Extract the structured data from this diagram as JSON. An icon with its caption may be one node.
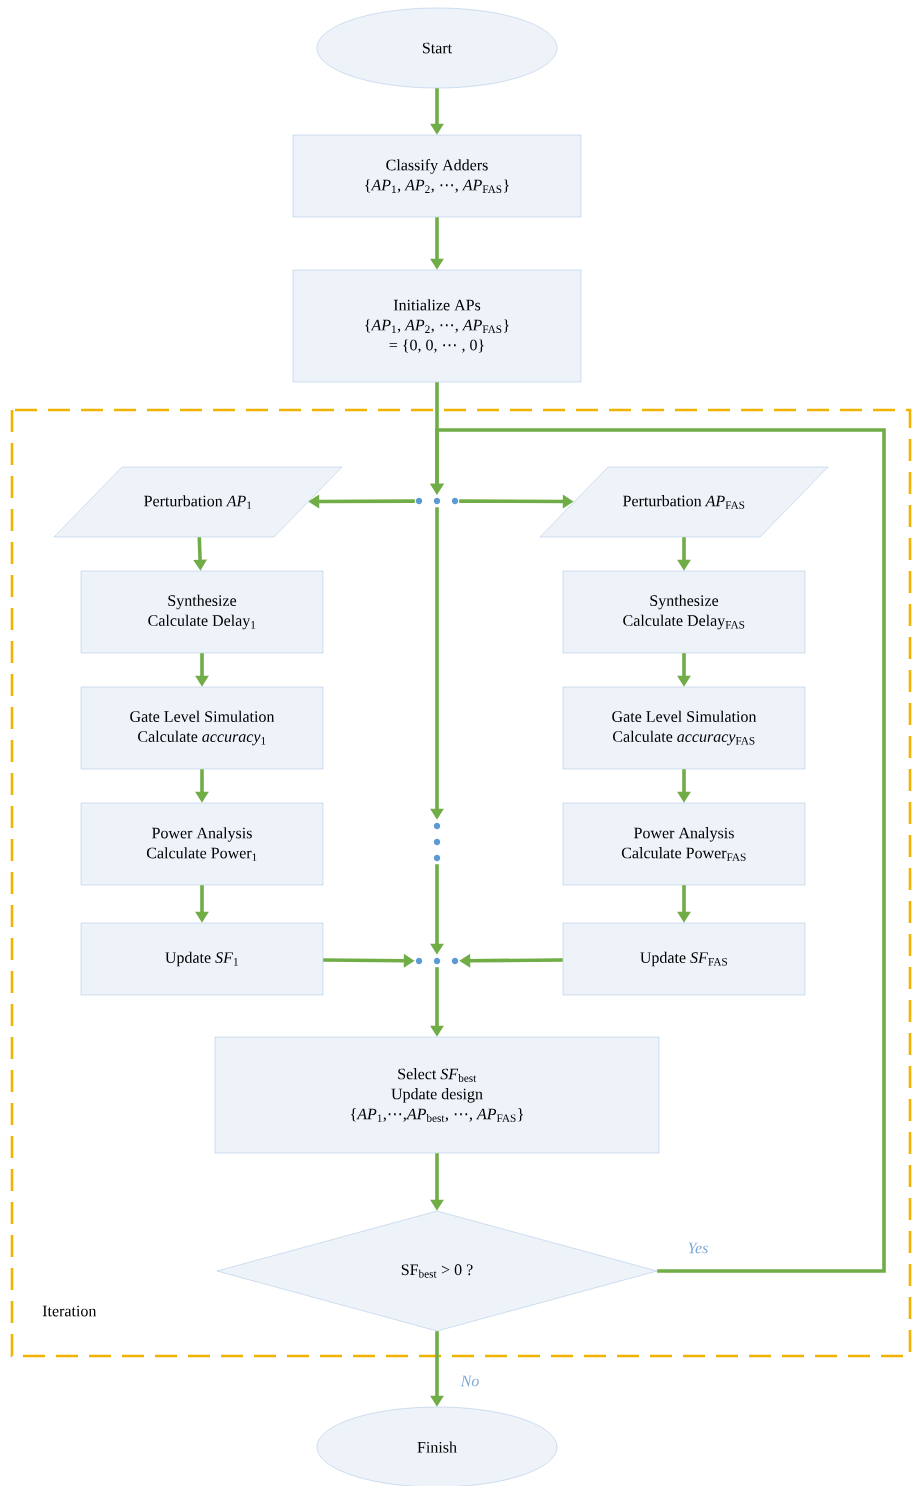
{
  "diagram": {
    "nodes": [
      {
        "text": [
          "Start"
        ]
      },
      {
        "text": [
          "Classify Adders",
          "{*AP*$_{1}$, *AP*$_{2}$, ⋯, *AP*$_{FAS}$}"
        ]
      },
      {
        "text": [
          "Initialize APs",
          "{*AP*$_{1}$, *AP*$_{2}$, ⋯, *AP*$_{FAS}$}",
          "= {0, 0, ⋯ , 0}"
        ]
      },
      {
        "text": [
          "Iteration"
        ]
      },
      {
        "text": [
          "Perturbation *AP*$_{1}$"
        ],
        "in": 3
      },
      {
        "text": [],
        "shape": "dots",
        "in": 3
      },
      {
        "text": [
          "Perturbation *AP*$_{FAS}$"
        ],
        "in": 3
      },
      {
        "text": [
          "Synthesize",
          "Calculate Delay$_{1}$"
        ],
        "in": 3
      },
      {
        "text": [
          "Synthesize",
          "Calculate Delay$_{FAS}$"
        ],
        "in": 3
      },
      {
        "text": [
          "Gate Level Simulation",
          "Calculate *accuracy*$_{1}$"
        ],
        "in": 3
      },
      {
        "text": [
          "Gate Level Simulation",
          "Calculate *accuracy*$_{FAS}$"
        ],
        "in": 3
      },
      {
        "text": [
          "Power Analysis",
          "Calculate Power$_{1}$"
        ],
        "in": 3
      },
      {
        "text": [],
        "shape": "dots",
        "in": 3
      },
      {
        "text": [
          "Power Analysis",
          "Calculate Power$_{FAS}$"
        ],
        "in": 3
      },
      {
        "text": [
          "Update *SF*$_{1}$"
        ],
        "in": 3
      },
      {
        "text": [],
        "shape": "dots",
        "in": 3
      },
      {
        "text": [
          "Update *SF*$_{FAS}$"
        ],
        "in": 3
      },
      {
        "text": [
          "Select *SF*$_{best}$",
          "Update design",
          "{*AP*$_{1}$,⋯,*AP*$_{best}$, ⋯, *AP*$_{FAS}$}"
        ],
        "in": 3
      },
      {
        "text": [
          "SF$_{best}$ > 0 ?"
        ],
        "in": 3
      },
      {
        "text": [
          "Finish"
        ]
      }
    ],
    "edges": [
      {
        "from": 0,
        "to": 1,
        "arrow": "to"
      },
      {
        "from": 1,
        "to": 2,
        "arrow": "to"
      },
      {
        "from": 2,
        "to": 5,
        "arrow": "to"
      },
      {
        "from": 5,
        "to": 4,
        "arrow": "to"
      },
      {
        "from": 5,
        "to": 6,
        "arrow": "to"
      },
      {
        "from": 4,
        "to": 7,
        "arrow": "to"
      },
      {
        "from": 6,
        "to": 8,
        "arrow": "to"
      },
      {
        "from": 7,
        "to": 9,
        "arrow": "to"
      },
      {
        "from": 8,
        "to": 10,
        "arrow": "to"
      },
      {
        "from": 9,
        "to": 11,
        "arrow": "to"
      },
      {
        "from": 10,
        "to": 13,
        "arrow": "to"
      },
      {
        "from": 11,
        "to": 14,
        "arrow": "to"
      },
      {
        "from": 13,
        "to": 16,
        "arrow": "to"
      },
      {
        "from": 5,
        "to": 12,
        "arrow": "to"
      },
      {
        "from": 12,
        "to": 15,
        "arrow": "to"
      },
      {
        "from": 14,
        "to": 15,
        "arrow": "to"
      },
      {
        "from": 16,
        "to": 15,
        "arrow": "to"
      },
      {
        "from": 15,
        "to": 17,
        "arrow": "to"
      },
      {
        "from": 17,
        "to": 18,
        "arrow": "to"
      },
      {
        "from": 18,
        "to": 5,
        "arrow": "to",
        "label": "Yes"
      },
      {
        "from": 18,
        "to": 19,
        "arrow": "to",
        "label": "No"
      }
    ]
  }
}
